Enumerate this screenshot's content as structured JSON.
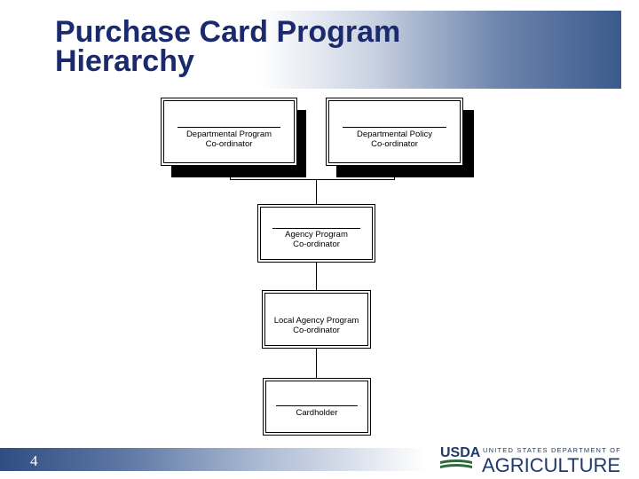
{
  "slide": {
    "title_line1": "Purchase Card Program",
    "title_line2": "Hierarchy",
    "page_number": "4"
  },
  "hierarchy": {
    "dept_program": {
      "line1": "Departmental Program",
      "line2": "Co-ordinator"
    },
    "dept_policy": {
      "line1": "Departmental Policy",
      "line2": "Co-ordinator"
    },
    "agency_program": {
      "line1": "Agency  Program",
      "line2": "Co-ordinator"
    },
    "local_agency": {
      "line1": "Local Agency Program",
      "line2": "Co-ordinator"
    },
    "cardholder": {
      "line1": "Cardholder"
    }
  },
  "logo": {
    "abbr": "USDA",
    "top_text": "UNITED STATES DEPARTMENT OF",
    "main_text": "AGRICULTURE",
    "colors": {
      "green": "#2e6b3a",
      "navy": "#1f3a6b"
    }
  },
  "colors": {
    "title": "#1a2a6c",
    "band_dark": "#3a5a8d"
  }
}
